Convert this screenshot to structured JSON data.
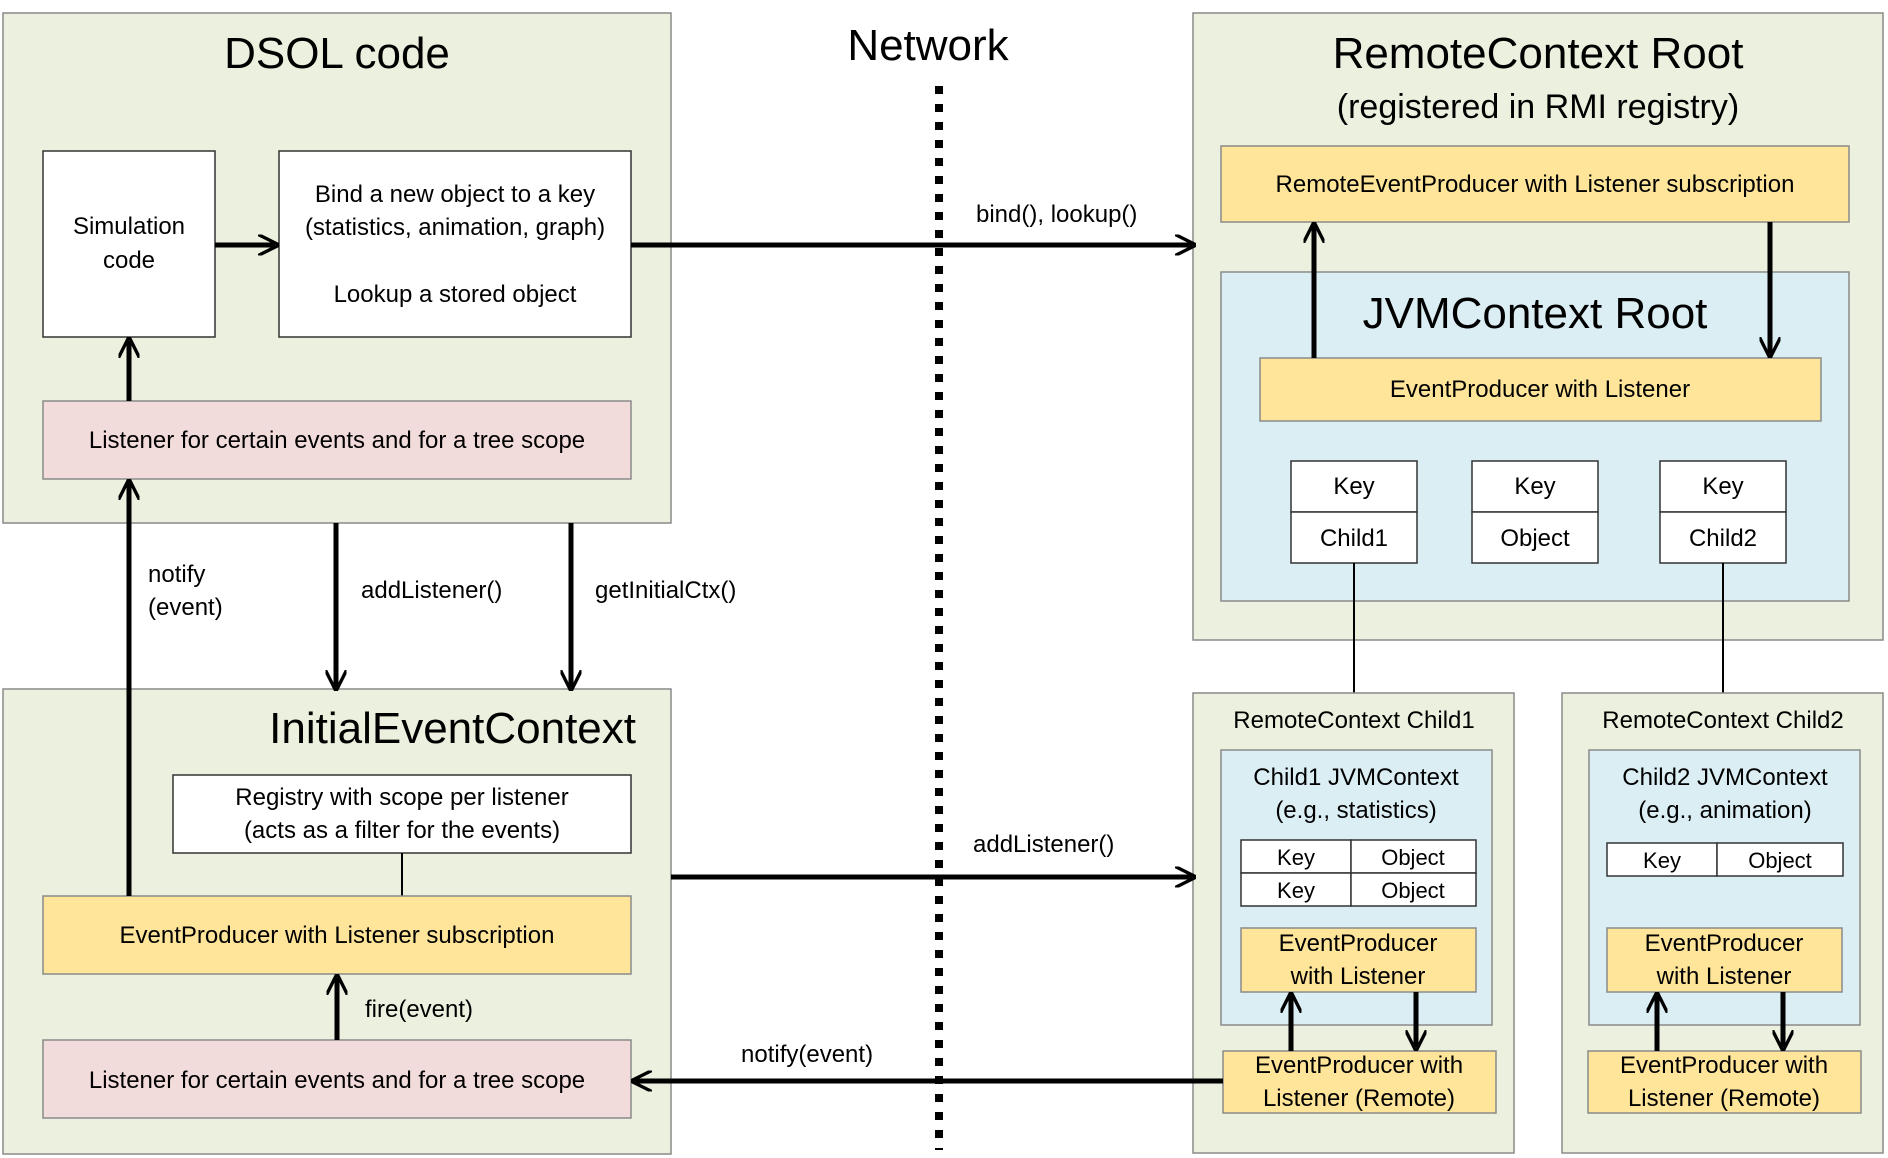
{
  "network_label": "Network",
  "dsol": {
    "title": "DSOL code",
    "simulation_line1": "Simulation",
    "simulation_line2": "code",
    "bind_line1": "Bind a new object to a key",
    "bind_line2": "(statistics, animation, graph)",
    "lookup_line": "Lookup a stored object",
    "listener": "Listener for certain events and for a tree scope"
  },
  "edges": {
    "notify_line1": "notify",
    "notify_line2": "(event)",
    "add_listener": "addListener()",
    "get_initial_ctx": "getInitialCtx()",
    "bind_lookup": "bind(), lookup()",
    "add_listener_remote": "addListener()",
    "fire_event": "fire(event)",
    "notify_event": "notify(event)"
  },
  "initial": {
    "title": "InitialEventContext",
    "registry_line1": "Registry with scope per listener",
    "registry_line2": "(acts as a filter for the events)",
    "producer": "EventProducer with Listener subscription",
    "listener": "Listener for certain events and for a tree scope"
  },
  "remote_root": {
    "title": "RemoteContext Root",
    "subtitle": "(registered in RMI registry)",
    "producer": "RemoteEventProducer with Listener subscription",
    "jvm_title": "JVMContext Root",
    "jvm_producer": "EventProducer with Listener",
    "entries": [
      {
        "key": "Key",
        "value": "Child1"
      },
      {
        "key": "Key",
        "value": "Object"
      },
      {
        "key": "Key",
        "value": "Child2"
      }
    ]
  },
  "child1": {
    "title": "RemoteContext Child1",
    "jvm_line1": "Child1 JVMContext",
    "jvm_line2": "(e.g., statistics)",
    "rows": [
      {
        "key": "Key",
        "value": "Object"
      },
      {
        "key": "Key",
        "value": "Object"
      }
    ],
    "producer_line1": "EventProducer",
    "producer_line2": "with Listener",
    "remote_line1": "EventProducer with",
    "remote_line2": "Listener (Remote)"
  },
  "child2": {
    "title": "RemoteContext Child2",
    "jvm_line1": "Child2 JVMContext",
    "jvm_line2": "(e.g., animation)",
    "rows": [
      {
        "key": "Key",
        "value": "Object"
      }
    ],
    "producer_line1": "EventProducer",
    "producer_line2": "with Listener",
    "remote_line1": "EventProducer with",
    "remote_line2": "Listener (Remote)"
  }
}
